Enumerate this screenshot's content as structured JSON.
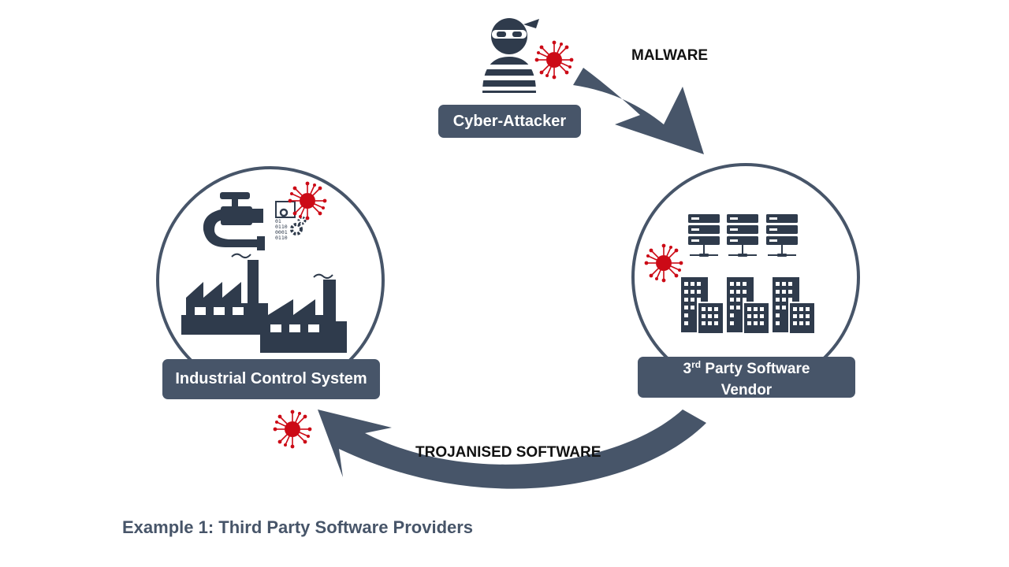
{
  "diagram": {
    "caption": "Example 1: Third Party Software Providers",
    "nodes": {
      "attacker": {
        "label": "Cyber-Attacker"
      },
      "ics": {
        "label": "Industrial Control System"
      },
      "vendor": {
        "label_sup": "rd",
        "label_pre": "3",
        "label_rest": " Party Software",
        "label_line2": "Vendor"
      }
    },
    "flows": {
      "malware": "MALWARE",
      "trojanised": "TROJANISED SOFTWARE"
    },
    "binary_text": [
      "01",
      "0110",
      "0001",
      "0110"
    ]
  },
  "colors": {
    "primary": "#475569",
    "virus": "#cc0a16",
    "text": "#111111",
    "background": "#ffffff"
  },
  "icons": [
    "hacker-icon",
    "virus-icon",
    "factory-icon",
    "pipe-valve-icon",
    "gears-icon",
    "server-icon",
    "office-building-icon",
    "arrow-icon"
  ]
}
